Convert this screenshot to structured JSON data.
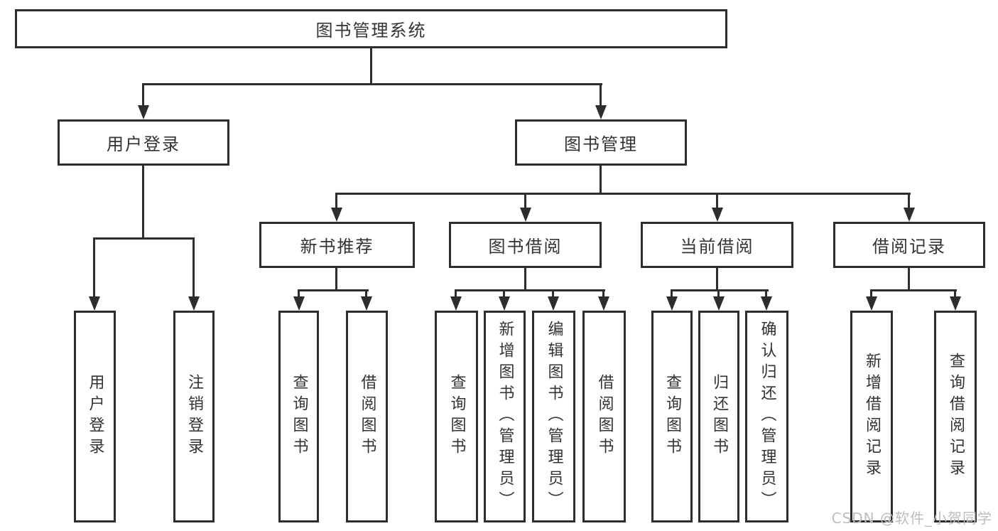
{
  "theme": {
    "line": "#2d2d2d",
    "text": "#333333",
    "bg": "#ffffff",
    "watermark": "#bdbdbd"
  },
  "diagram": {
    "root": "图书管理系统",
    "branches": {
      "user_login": "用户登录",
      "book_management": "图书管理"
    },
    "modules": {
      "new_book": "新书推荐",
      "book_borrow": "图书借阅",
      "current_borrow": "当前借阅",
      "borrow_records": "借阅记录"
    },
    "leaves": {
      "user_login": [
        "用户登录",
        "注销登录"
      ],
      "new_book": [
        "查询图书",
        "借阅图书"
      ],
      "book_borrow": [
        "查询图书",
        "新增图书（管理员）",
        "编辑图书（管理员）",
        "借阅图书"
      ],
      "current_borrow": [
        "查询图书",
        "归还图书",
        "确认归还（管理员）"
      ],
      "borrow_records": [
        "新增借阅记录",
        "查询借阅记录"
      ]
    },
    "watermark": "CSDN @软件_小贺同学"
  }
}
